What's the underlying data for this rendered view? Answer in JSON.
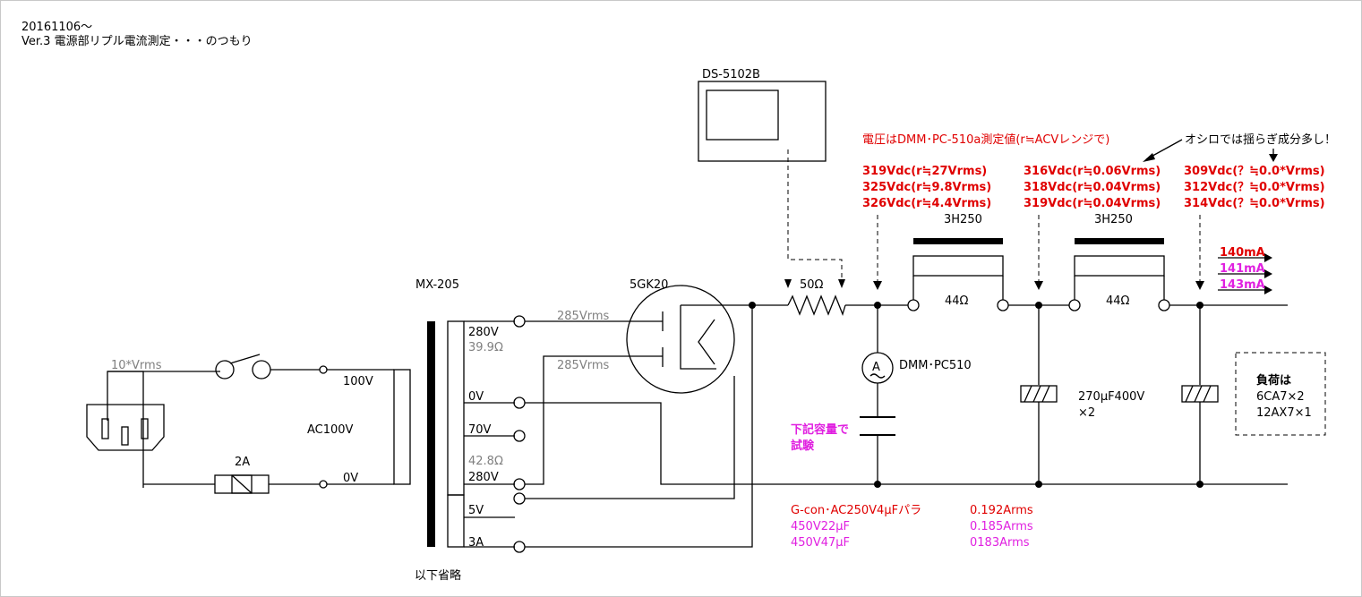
{
  "header": {
    "date": "20161106〜",
    "title": "Ver.3 電源部リプル電流測定・・・のつもり"
  },
  "scope": {
    "model": "DS-5102B"
  },
  "note": {
    "voltage_note": "電圧はDMM･PC-510a測定値(r≒ACVレンジで)",
    "oscillo_note": "オシロでは揺らぎ成分多し！"
  },
  "colors": {
    "red": "#e00000",
    "magenta": "#e020e0",
    "gray": "#808080"
  },
  "voltages": {
    "col1": [
      "319Vdc(r≒27Vrms)",
      "325Vdc(r≒9.8Vrms)",
      "326Vdc(r≒4.4Vrms)"
    ],
    "col2": [
      "316Vdc(r≒0.06Vrms)",
      "318Vdc(r≒0.04Vrms)",
      "319Vdc(r≒0.04Vrms)"
    ],
    "col3": [
      "309Vdc(？≒0.0*Vrms)",
      "312Vdc(？≒0.0*Vrms)",
      "314Vdc(？≒0.0*Vrms)"
    ]
  },
  "currents": [
    "140mA",
    "141mA",
    "143mA"
  ],
  "parts": {
    "transformer": "MX-205",
    "rectifier": "5GK20",
    "resistor": "50Ω",
    "choke1": "3H250",
    "choke2": "3H250",
    "choke1_r": "44Ω",
    "choke2_r": "44Ω",
    "meter_symbol": "A",
    "meter": "DMM･PC510",
    "cap_spec": "270μF400V",
    "cap_mult": "×2",
    "fuse": "2A",
    "ac_label": "AC100V",
    "input_rms": "10*Vrms"
  },
  "taps": {
    "in_100v": "100V",
    "in_0v": "0V",
    "t280a": "280V",
    "r1": "39.9Ω",
    "t0v": "0V",
    "t70v": "70V",
    "r2": "42.8Ω",
    "t280b": "280V",
    "t5v": "5V",
    "t3a": "3A",
    "omitted": "以下省略",
    "rms_a": "285Vrms",
    "rms_b": "285Vrms"
  },
  "test_caps": {
    "label1": "下記容量で",
    "label2": "試験",
    "rows": [
      {
        "cap": "G-con･AC250V4μFパラ",
        "current": "0.192Arms"
      },
      {
        "cap": "450V22μF",
        "current": "0.185Arms"
      },
      {
        "cap": "450V47μF",
        "current": "0183Arms"
      }
    ]
  },
  "load": {
    "title": "負荷は",
    "tube1": "6CA7×2",
    "tube2": "12AX7×1"
  }
}
